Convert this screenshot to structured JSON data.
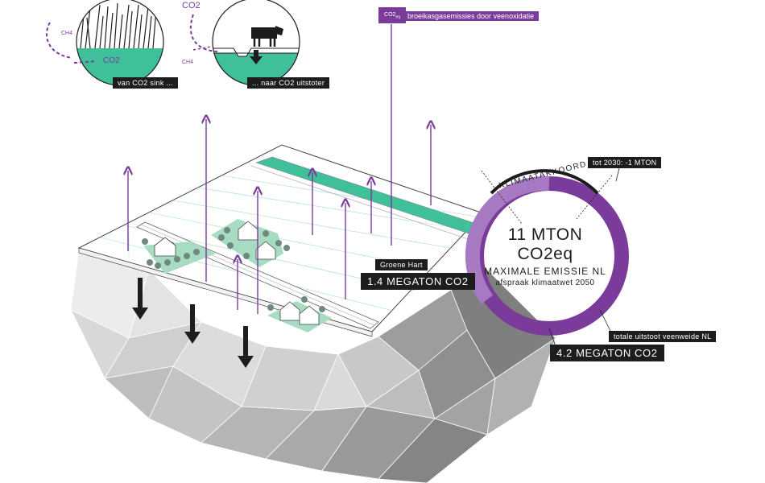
{
  "emission_tag": {
    "formula": "CO2",
    "subscript": "eq",
    "label": "broeikasgasemissies door veenoxidatie"
  },
  "insets": {
    "left": {
      "caption": "van CO2 sink ...",
      "co2": "CO2",
      "ch4": "CH4"
    },
    "right": {
      "caption": "... naar CO2 uitstoter",
      "co2": "CO2",
      "ch4": "CH4"
    }
  },
  "region": {
    "name": "Groene Hart",
    "emission": "1.4 MEGATON CO2"
  },
  "circle": {
    "arc_label": "KLIMAATAKKOORD",
    "target_label": "tot 2030:  -1 MTON",
    "line1": "11 MTON",
    "line2": "CO2eq",
    "line3": "MAXIMALE EMISSIE NL",
    "line4": "afspraak klimaatwet 2050",
    "total_label": "totale uitstoot veenweide NL",
    "total_value": "4.2 MEGATON CO2"
  },
  "colors": {
    "purple": "#7b3b9b",
    "light_purple": "#a679c2",
    "teal": "#3fbf9a",
    "dark": "#1d1d1d"
  }
}
